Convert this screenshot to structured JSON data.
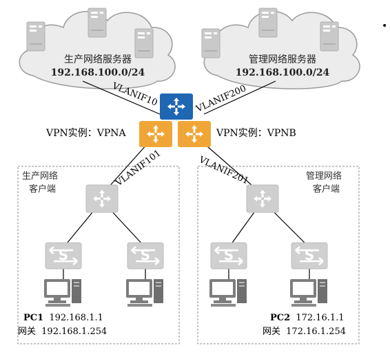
{
  "clouds": {
    "production": {
      "label": "生产网络服务器",
      "subnet": "192.168.100.0/24"
    },
    "management": {
      "label": "管理网络服务器",
      "subnet": "192.168.100.0/24"
    }
  },
  "links": {
    "vlanif10": "VLANIF10",
    "vlanif200": "VLANIF200",
    "vlanif101": "VLANIF101",
    "vlanif201": "VLANIF201"
  },
  "vpn": {
    "a": "VPN实例：VPNA",
    "b": "VPN实例：VPNB"
  },
  "zones": {
    "production": {
      "line1": "生产网络",
      "line2": "客户端"
    },
    "management": {
      "line1": "管理网络",
      "line2": "客户端"
    }
  },
  "pcs": {
    "pc1": {
      "name": "PC1",
      "ip": "192.168.1.1",
      "gw_label": "网关",
      "gw": "192.168.1.254"
    },
    "pc2": {
      "name": "PC2",
      "ip": "172.16.1.1",
      "gw_label": "网关",
      "gw": "172.16.1.254"
    }
  },
  "bullet": "•",
  "colors": {
    "core_router": "#1f66b3",
    "vpn_router": "#f0a637",
    "device_gray": "#c8c8c8",
    "device_light": "#dcdcdc",
    "line": "#000000",
    "zone_border": "#8c8c8c",
    "cloud_border": "#9a9a9a"
  }
}
